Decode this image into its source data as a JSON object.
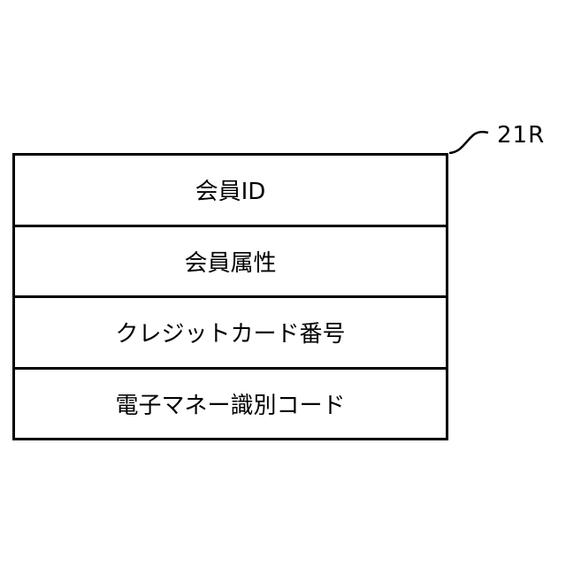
{
  "reference_label": "21R",
  "fields": [
    "会員ID",
    "会員属性",
    "クレジットカード番号",
    "電子マネー識別コード"
  ]
}
